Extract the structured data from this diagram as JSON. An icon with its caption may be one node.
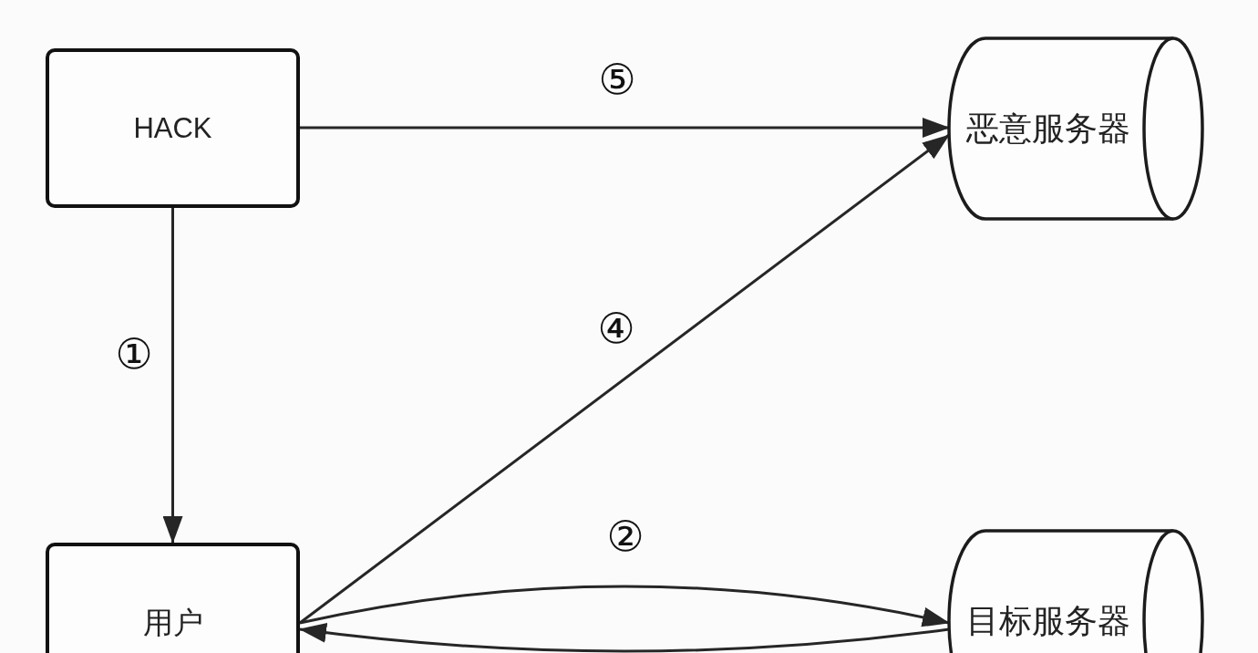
{
  "diagram": {
    "nodes": [
      {
        "text": [
          "HACK"
        ]
      },
      {
        "text": [
          "恶意服务器"
        ]
      },
      {
        "text": [
          "用户"
        ]
      },
      {
        "text": [
          "目标服务器"
        ]
      }
    ],
    "edges": [
      {
        "from": 0,
        "to": 2,
        "arrow": "to",
        "label": "①"
      },
      {
        "from": 2,
        "to": 3,
        "arrow": "to",
        "label": "②"
      },
      {
        "from": 3,
        "to": 2,
        "arrow": "to"
      },
      {
        "from": 2,
        "to": 1,
        "arrow": "to",
        "label": "④"
      },
      {
        "from": 0,
        "to": 1,
        "arrow": "to",
        "label": "⑤"
      }
    ]
  }
}
